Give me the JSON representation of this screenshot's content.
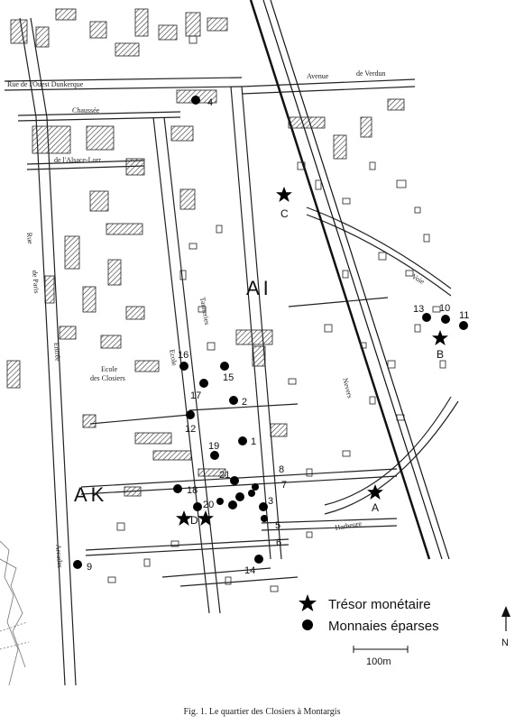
{
  "caption": "Fig. 1. Le quartier des Closiers à Montargis",
  "legend": {
    "tresor_label": "Trésor monétaire",
    "monnaies_label": "Monnaies éparses"
  },
  "north_label": "N",
  "scale_label": "100m",
  "zones": {
    "ai": "AI",
    "ak": "AK"
  },
  "school_label": [
    "Ecole",
    "des Closiers"
  ],
  "streets": {
    "dunkerque": "Rue de l'Ouest Dunkerque",
    "chaussee": "Chaussée",
    "alsace": "de l'Alsace-Lorr.",
    "avenue": "Avenue",
    "verdun": "de Verdun",
    "nevers": "Nevers",
    "rue": "Rue",
    "paris": "de Paris",
    "entree": "Entrée",
    "ecole": "Ecole",
    "tanneries": "Tanneries",
    "harbeure": "Harbeure",
    "arcades": "Arcades",
    "voie": "Voie"
  },
  "coin_markers": [
    "4",
    "16",
    "15",
    "17",
    "2",
    "12",
    "1",
    "19",
    "21",
    "8",
    "18",
    "7",
    "3",
    "20",
    "5",
    "6",
    "14",
    "9",
    "13",
    "10",
    "11"
  ],
  "hoard_markers": [
    "C",
    "B",
    "A",
    "D"
  ]
}
